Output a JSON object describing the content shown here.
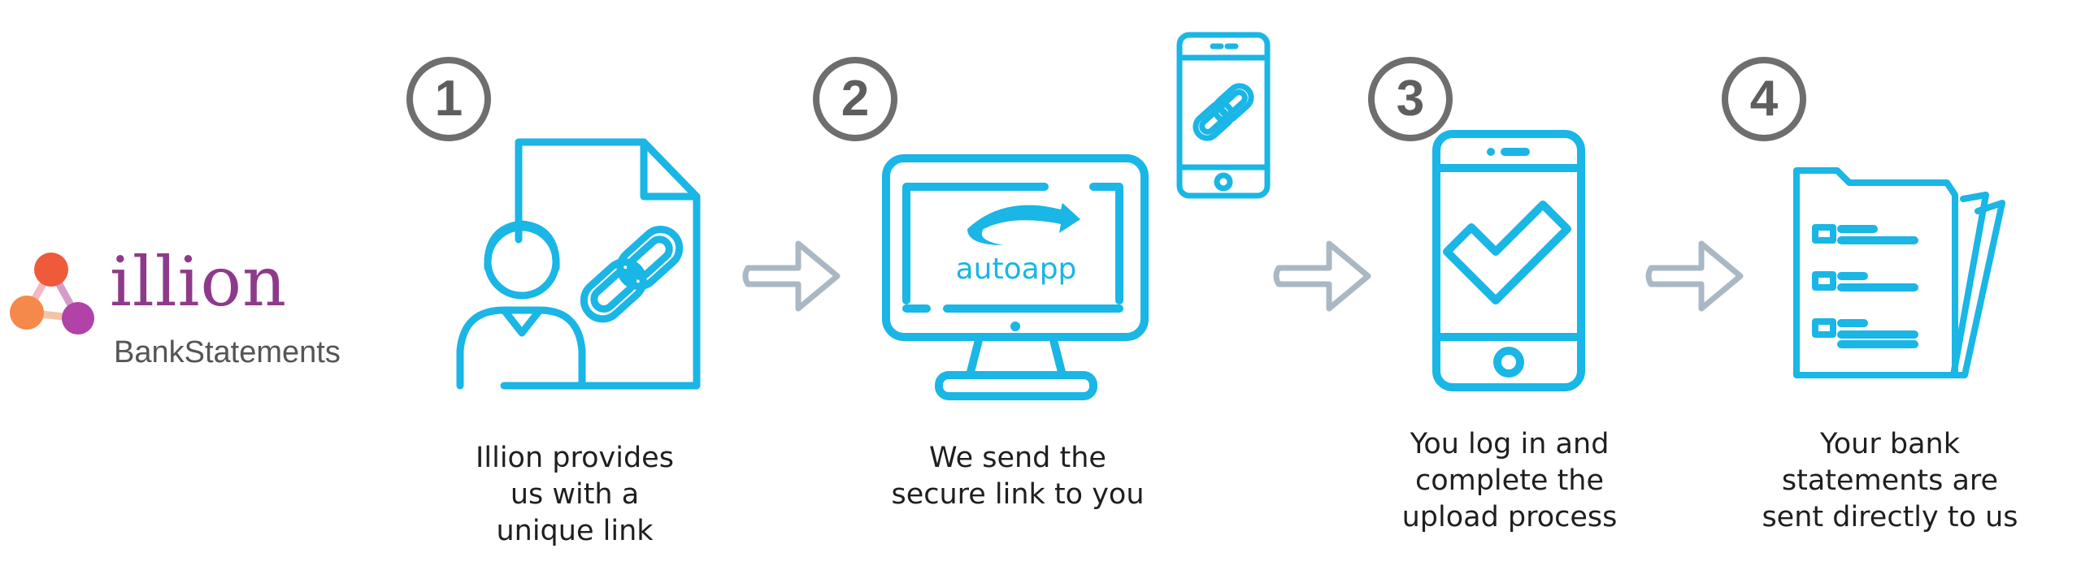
{
  "brand": {
    "name": "illion",
    "subtitle": "BankStatements"
  },
  "steps": [
    {
      "number": "1",
      "caption_lines": [
        "Illion provides",
        "us with a",
        "unique link"
      ]
    },
    {
      "number": "2",
      "caption_lines": [
        "We send the",
        "secure link to you"
      ]
    },
    {
      "number": "3",
      "caption_lines": [
        "You log in and",
        "complete the",
        "upload process"
      ]
    },
    {
      "number": "4",
      "caption_lines": [
        "Your bank",
        "statements are",
        "sent directly to us"
      ]
    }
  ],
  "monitor_logo": {
    "text": "autoapp"
  },
  "icons": {
    "step1": "user-document-link-icon",
    "step2": "monitor-icon",
    "step2_extra": "phone-link-icon",
    "step3": "phone-checkmark-icon",
    "step4": "document-checklist-icon",
    "arrows": "arrow-right-icon"
  },
  "colors": {
    "icon_blue": "#19b6e6",
    "arrow_gray": "#a9b8c4",
    "number_gray": "#6e6e6e",
    "brand_purple": "#8e3a8b",
    "text_dark": "#1f1f1f"
  }
}
